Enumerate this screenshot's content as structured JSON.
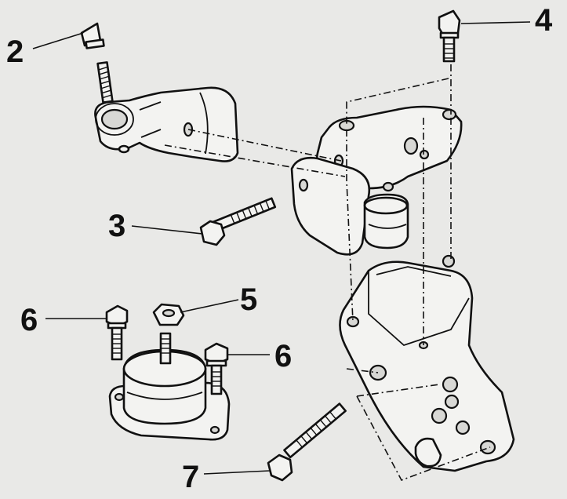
{
  "callouts": {
    "c2": "2",
    "c3": "3",
    "c4": "4",
    "c5": "5",
    "c6a": "6",
    "c6b": "6",
    "c7": "7"
  },
  "colors": {
    "paper": "#e9e9e7",
    "ink": "#111111",
    "part_fill": "#f3f3f1"
  }
}
